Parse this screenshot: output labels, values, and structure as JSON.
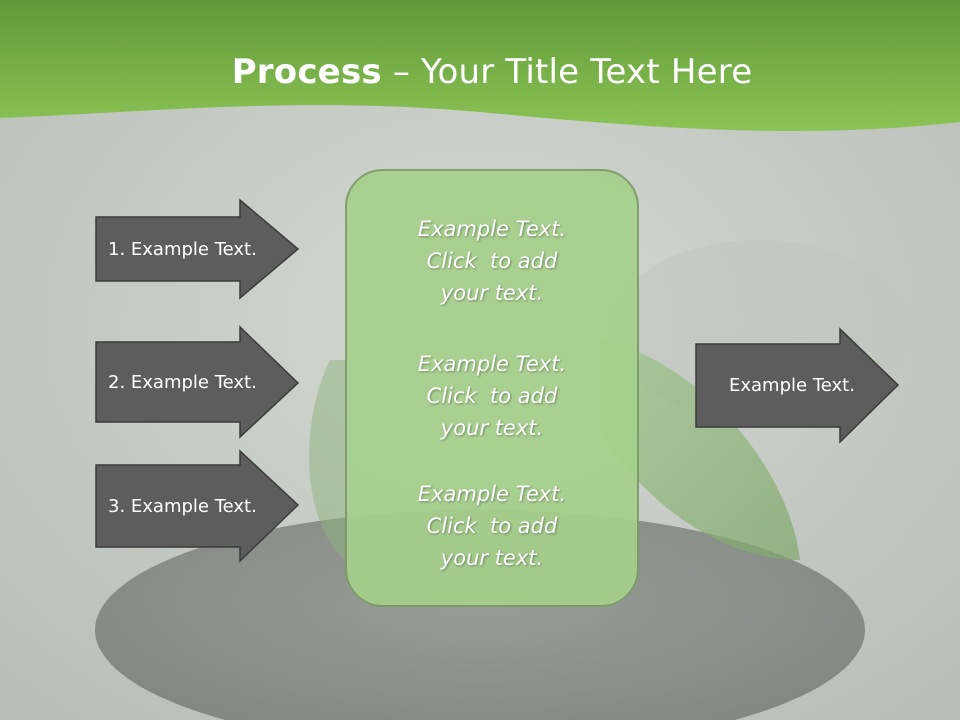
{
  "title": {
    "strong": "Process",
    "rest": " – Your Title Text Here"
  },
  "left_arrows": [
    {
      "label": "1. Example Text."
    },
    {
      "label": "2. Example Text."
    },
    {
      "label": "3. Example Text."
    }
  ],
  "center_items": [
    {
      "lines": [
        "Example Text.",
        "Click  to add",
        "your text."
      ]
    },
    {
      "lines": [
        "Example Text.",
        "Click  to add",
        "your text."
      ]
    },
    {
      "lines": [
        "Example Text.",
        "Click  to add",
        "your text."
      ]
    }
  ],
  "right_arrow": {
    "label": "Example Text."
  },
  "colors": {
    "header_green": "#7ab648",
    "arrow_fill": "#5d5d5d",
    "box_fill": "#a6d08c"
  }
}
